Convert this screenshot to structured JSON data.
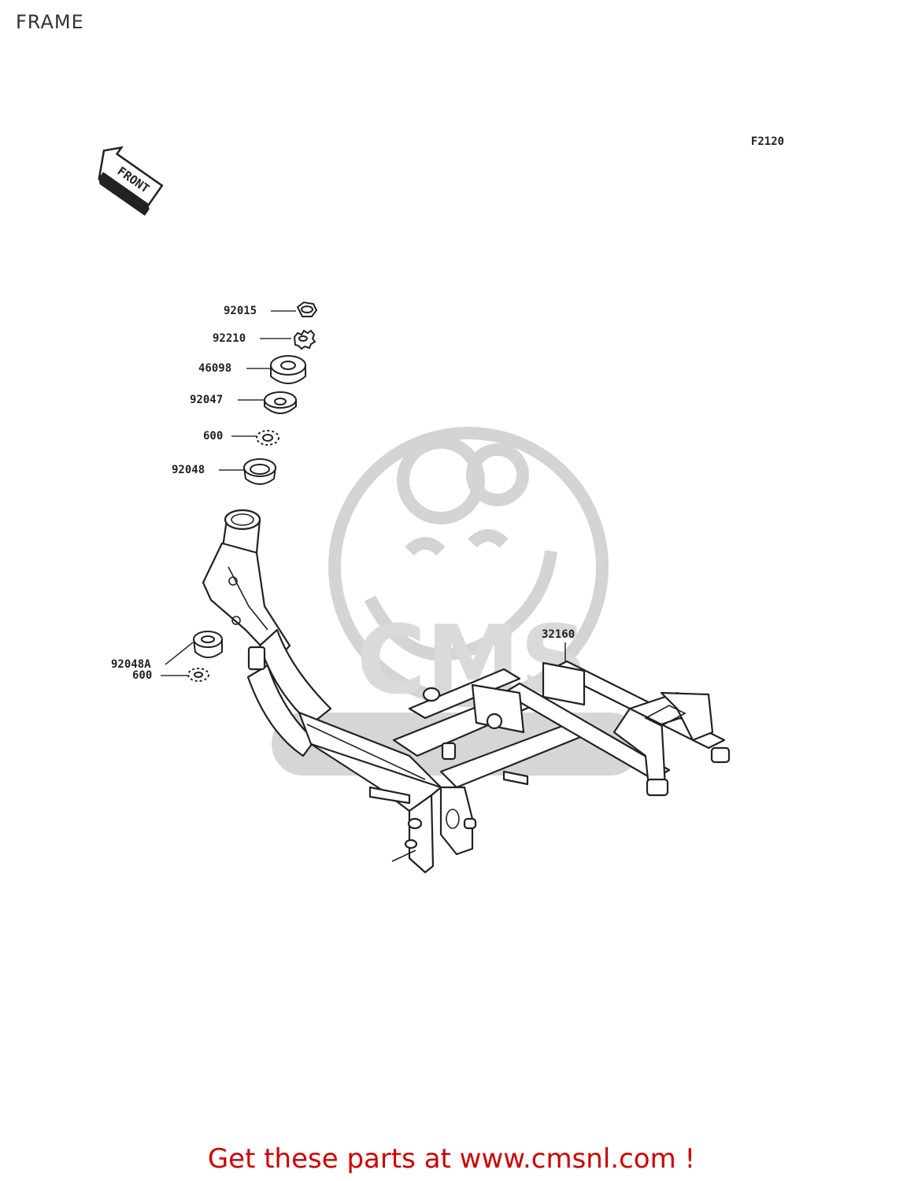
{
  "title": "FRAME",
  "diagram_code": "F2120",
  "front_label": "FRONT",
  "parts": [
    {
      "id": "p1",
      "number": "92015"
    },
    {
      "id": "p2",
      "number": "92210"
    },
    {
      "id": "p3",
      "number": "46098"
    },
    {
      "id": "p4",
      "number": "92047"
    },
    {
      "id": "p5",
      "number": "600"
    },
    {
      "id": "p6",
      "number": "92048"
    },
    {
      "id": "p7",
      "number": "92048A"
    },
    {
      "id": "p8",
      "number": "600"
    },
    {
      "id": "p9",
      "number": "32160"
    }
  ],
  "watermark_text": "CMS",
  "call_to_action": "Get these parts at www.cmsnl.com !",
  "colors": {
    "cta": "#cc0000",
    "line_art": "#222222",
    "watermark": "#d4d4d4"
  }
}
